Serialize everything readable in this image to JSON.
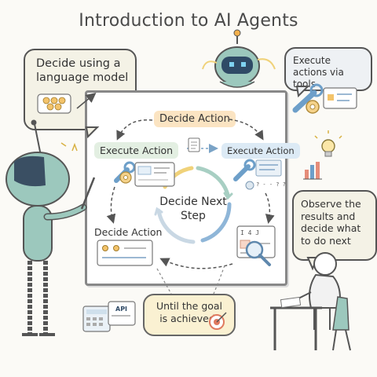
{
  "title": "Introduction to AI Agents",
  "bubbles": {
    "decide_model": "Decide using a language model",
    "execute_tools": "Execute actions via tools",
    "observe": "Observe the results and decide what to do next",
    "goal": "Until the goal is achieved!"
  },
  "cycle": {
    "top": "Decide Action",
    "left": "Execute Action",
    "right": "Execute Action",
    "bottom_left": "Decide Action",
    "center": "Decide Next Step"
  },
  "small_texts": {
    "api": "API",
    "doc": "? - - ? ?",
    "code": "I 4 J"
  },
  "colors": {
    "robot": "#9cc8bd",
    "orange": "#f3b04c",
    "blue": "#6d9fc9",
    "yellow": "#f0d27a",
    "outline": "#555555"
  },
  "icons": [
    "robot-icon",
    "wrench-icon",
    "gear-icon",
    "lightbulb-icon",
    "magnifier-icon",
    "target-icon",
    "calculator-icon",
    "monitor-icon",
    "bar-chart-icon"
  ]
}
